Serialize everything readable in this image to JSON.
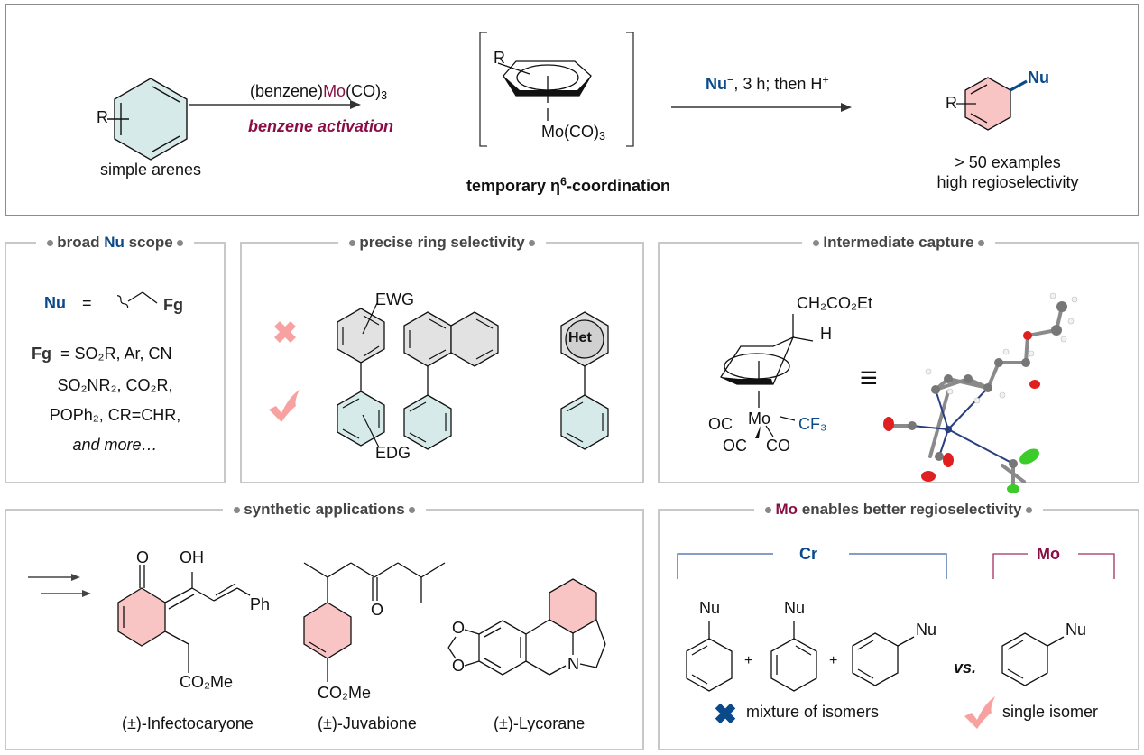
{
  "top": {
    "reactant_substituent": "R",
    "reactant_label": "simple arenes",
    "reagent_1_prefix": "(benzene)",
    "reagent_1_metal": "Mo",
    "reagent_1_suffix": "(CO)",
    "reagent_1_sub": "3",
    "reagent_1_note": "benzene activation",
    "intermediate_substituent": "R",
    "intermediate_metal": "Mo(CO)",
    "intermediate_metal_sub": "3",
    "intermediate_label_pre": "temporary η",
    "intermediate_label_sup": "6",
    "intermediate_label_post": "-coordination",
    "reagent_2_nu": "Nu",
    "reagent_2_charge": "−",
    "reagent_2_rest": ", 3 h; then H",
    "reagent_2_sup": "+",
    "product_substituent": "R",
    "product_nu": "Nu",
    "product_line1": "> 50 examples",
    "product_line2": "high regioselectivity"
  },
  "nu_scope": {
    "title_pre": "broad ",
    "title_nu": "Nu",
    "title_post": " scope",
    "nu_label": "Nu",
    "equals": "=",
    "fg_label": "Fg",
    "line1_fg": "Fg",
    "line1_rest": "=  SO₂R, Ar, CN",
    "line2": "SO₂NR₂, CO₂R,",
    "line3": "POPh₂, CR=CHR,",
    "line4": "and more…"
  },
  "ring_selectivity": {
    "title": "precise ring selectivity",
    "ewg": "EWG",
    "edg": "EDG",
    "het": "Het",
    "cross_icon": "cross-icon",
    "check_icon": "check-icon"
  },
  "intermediate": {
    "title": "Intermediate capture",
    "substituent": "CH₂CO₂Et",
    "h": "H",
    "metal": "Mo",
    "co_1": "OC",
    "co_2": "OC",
    "co_3": "CO",
    "cf3": "CF₃",
    "equiv": "≡"
  },
  "applications": {
    "title": "synthetic applications",
    "compounds": [
      {
        "name": "(±)-Infectocaryone",
        "labels": [
          "O",
          "OH",
          "Ph",
          "CO₂Me"
        ]
      },
      {
        "name": "(±)-Juvabione",
        "labels": [
          "O",
          "CO₂Me"
        ]
      },
      {
        "name": "(±)-Lycorane",
        "labels": [
          "O",
          "O",
          "N"
        ]
      }
    ]
  },
  "mo_vs_cr": {
    "title_metal": "Mo",
    "title_rest": " enables better regioselectivity",
    "cr_label": "Cr",
    "mo_label": "Mo",
    "nu": "Nu",
    "plus": "+",
    "vs": "vs.",
    "mixture": "mixture of isomers",
    "single": "single isomer"
  },
  "colors": {
    "blue": "#0a4a8a",
    "maroon": "#8a0e45",
    "pink_fill": "#f9c4c4",
    "teal_fill": "#d6eaea",
    "grey_fill": "#e2e2e2",
    "mark_pink": "#f7a1a1"
  }
}
